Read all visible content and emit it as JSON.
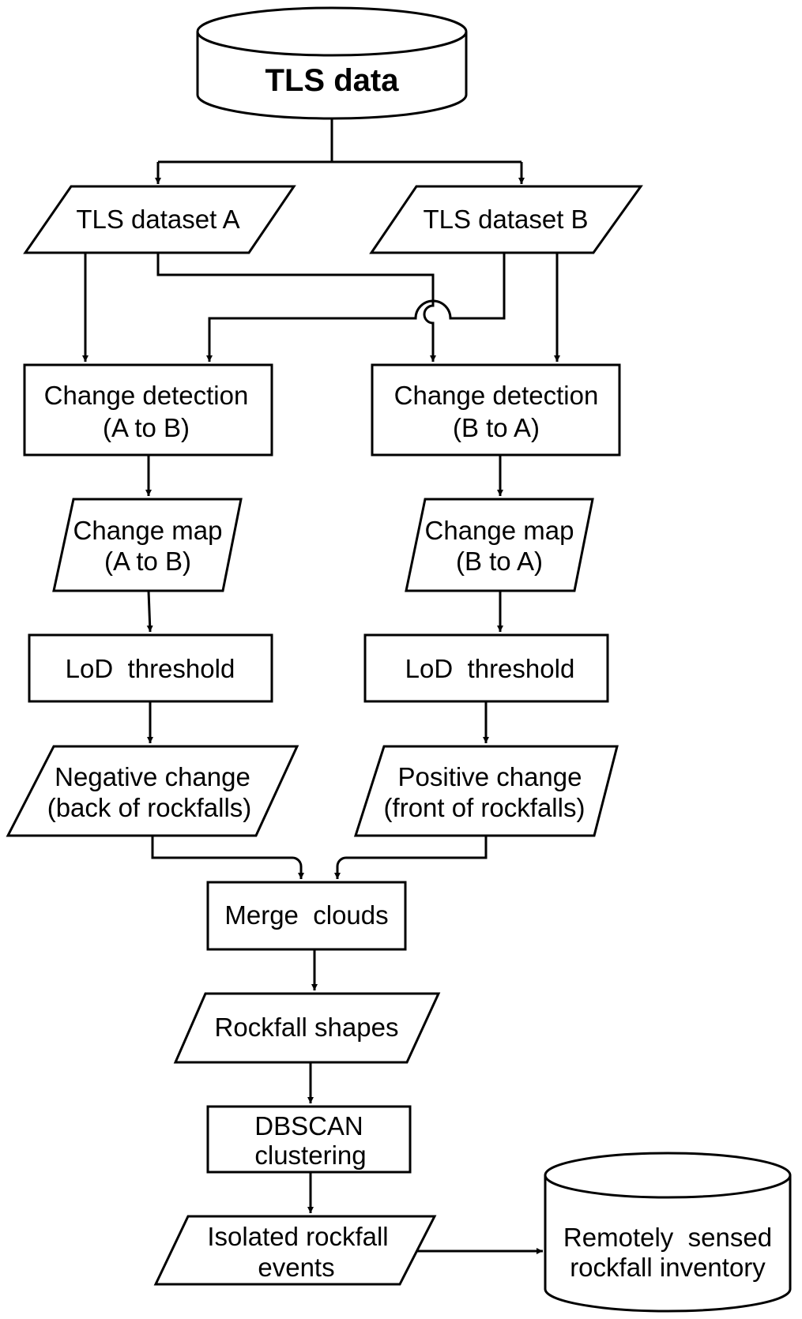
{
  "nodes": {
    "tls_data": "TLS data",
    "dataset_a": "TLS dataset A",
    "dataset_b": "TLS dataset B",
    "change_detection_ab": [
      "Change detection",
      "(A to B)"
    ],
    "change_detection_ba": [
      "Change detection",
      "(B to A)"
    ],
    "change_map_ab": [
      "Change map",
      "(A to B)"
    ],
    "change_map_ba": [
      "Change map",
      "(B to A)"
    ],
    "lod_threshold_left": "LoD  threshold",
    "lod_threshold_right": "LoD  threshold",
    "negative_change": [
      "Negative change",
      "(back of rockfalls)"
    ],
    "positive_change": [
      "Positive change",
      "(front of rockfalls)"
    ],
    "merge_clouds": "Merge  clouds",
    "rockfall_shapes": "Rockfall shapes",
    "dbscan": [
      "DBSCAN",
      "clustering"
    ],
    "isolated_events": [
      "Isolated rockfall",
      "events"
    ],
    "inventory": [
      "Remotely  sensed",
      "rockfall inventory"
    ]
  }
}
